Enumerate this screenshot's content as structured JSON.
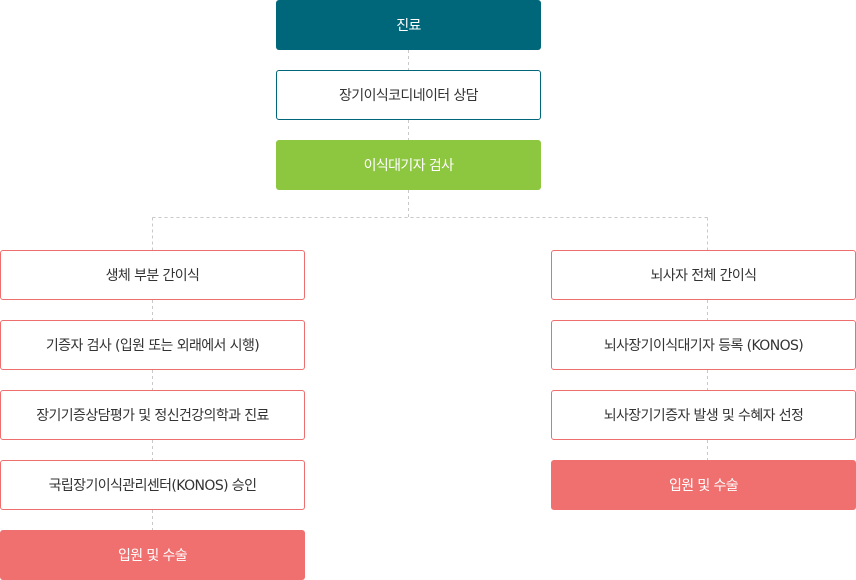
{
  "top": {
    "treatment": "진료",
    "coordinator": "장기이식코디네이터 상담",
    "recipient_exam": "이식대기자 검사"
  },
  "living": {
    "steps": [
      "생체 부분 간이식",
      "기증자 검사 (입원 또는 외래에서 시행)",
      "장기기증상담평가 및 정신건강의학과 진료",
      "국립장기이식관리센터(KONOS) 승인"
    ],
    "final": "입원 및 수술"
  },
  "deceased": {
    "steps": [
      "뇌사자 전체 간이식",
      "뇌사장기이식대기자 등록 (KONOS)",
      "뇌사장기기증자 발생 및 수혜자 선정"
    ],
    "final": "입원 및 수술"
  },
  "colors": {
    "primary": "#00667a",
    "green": "#8dc63f",
    "accent": "#f07070",
    "connector": "#cccccc"
  }
}
